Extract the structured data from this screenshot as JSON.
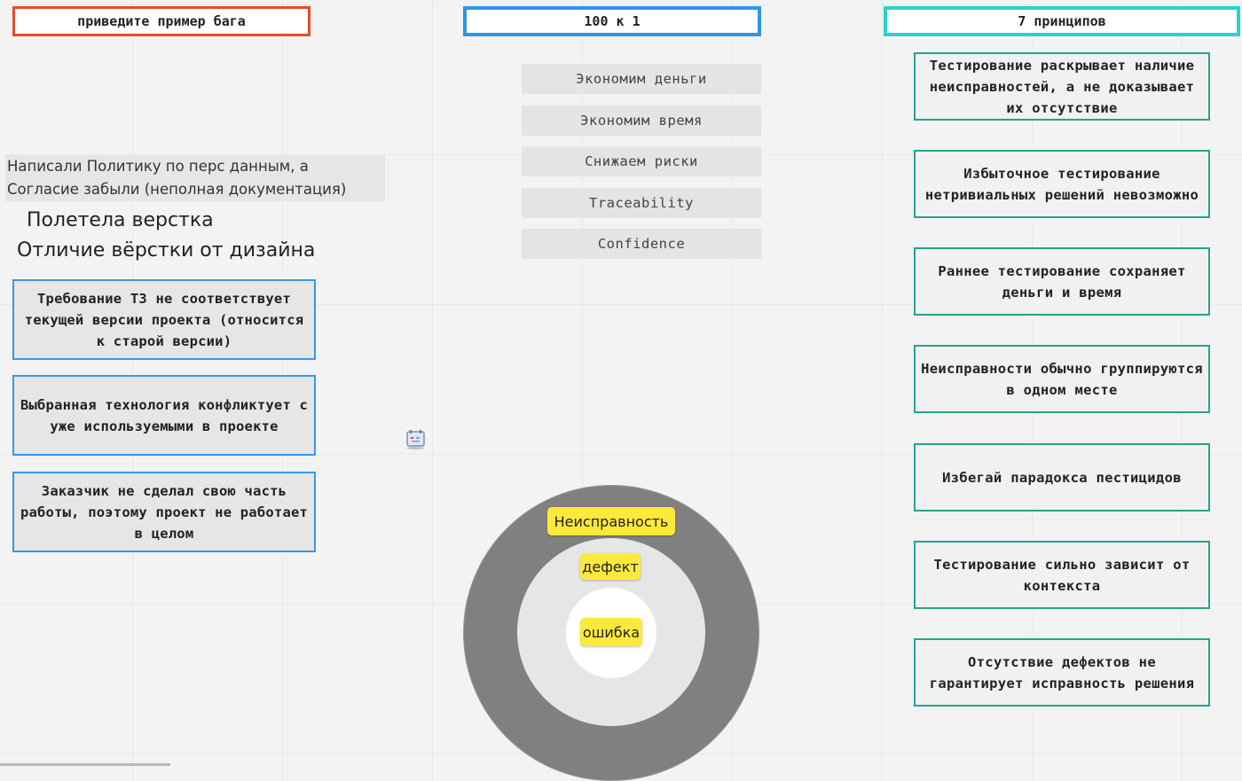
{
  "headers": {
    "bug_example": "приведите пример бага",
    "hundred_to_one": "100 к 1",
    "seven_principles": "7 принципов"
  },
  "bug_examples": {
    "note": "Написали Политику по перс данным, а Согласие забыли (неполная документация)",
    "layout_broken": "Полетела верстка",
    "layout_vs_design": "Отличие вёрстки от дизайна",
    "cards": [
      "Требование ТЗ не соответствует текущей версии проекта (относится к старой версии)",
      "Выбранная технология конфликтует с уже используемыми в проекте",
      "Заказчик не сделал свою часть работы, поэтому проект не работает в целом"
    ]
  },
  "benefits": [
    "Экономим деньги",
    "Экономим время",
    "Снижаем риски",
    "Traceability",
    "Confidence"
  ],
  "principles": [
    "Тестирование раскрывает наличие неисправностей, а не доказывает их отсутствие",
    "Избыточное тестирование нетривиальных решений невозможно",
    "Раннее тестирование сохраняет деньги и время",
    "Неисправности обычно группируются в одном месте",
    "Избегай парадокса пестицидов",
    "Тестирование сильно зависит от контекста",
    "Отсутствие дефектов не гарантирует исправность решения"
  ],
  "diagram": {
    "outer_label": "Неисправность",
    "middle_label": "дефект",
    "inner_label": "ошибка"
  },
  "icons": {
    "sticky": "sticky-note-icon"
  },
  "colors": {
    "red_frame": "#e84b2c",
    "blue_frame": "#2f95e6",
    "teal_frame": "#2bd0cf",
    "principle_border": "#23a48d",
    "tag_yellow": "#fde93b"
  }
}
